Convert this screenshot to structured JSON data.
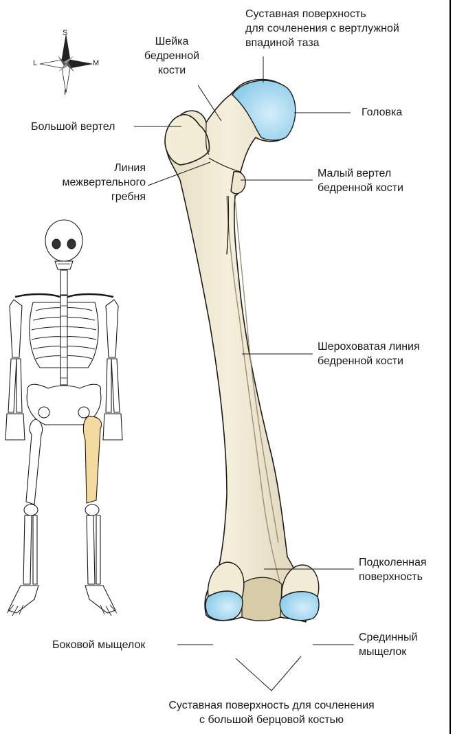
{
  "compass": {
    "superior": "S",
    "inferior": "I",
    "lateral": "L",
    "medial": "M"
  },
  "labels": {
    "articular_surface_acetabulum": [
      "Суставная поверхность",
      "для сочленения с вертлужной",
      "впадиной таза"
    ],
    "femoral_neck": [
      "Шейка",
      "бедренной",
      "кости"
    ],
    "head": [
      "Головка"
    ],
    "greater_trochanter": [
      "Большой вертел"
    ],
    "intertrochanteric_crest": [
      "Линия",
      "межвертельного",
      "гребня"
    ],
    "lesser_trochanter": [
      "Малый вертел",
      "бедренной кости"
    ],
    "linea_aspera": [
      "Шероховатая линия",
      "бедренной кости"
    ],
    "popliteal_surface": [
      "Подколенная",
      "поверхность"
    ],
    "lateral_condyle": [
      "Боковой мыщелок"
    ],
    "medial_condyle": [
      "Срединный",
      "мыщелок"
    ],
    "articular_surface_tibia": [
      "Суставная поверхность для сочленения",
      "с большой берцовой костью"
    ]
  },
  "colors": {
    "bone_fill": "#f1ead3",
    "bone_shade": "#ddd3b5",
    "cartilage": "#a6d8f0",
    "highlight_bone": "#f3dba0",
    "outline": "#1a1a1a"
  }
}
